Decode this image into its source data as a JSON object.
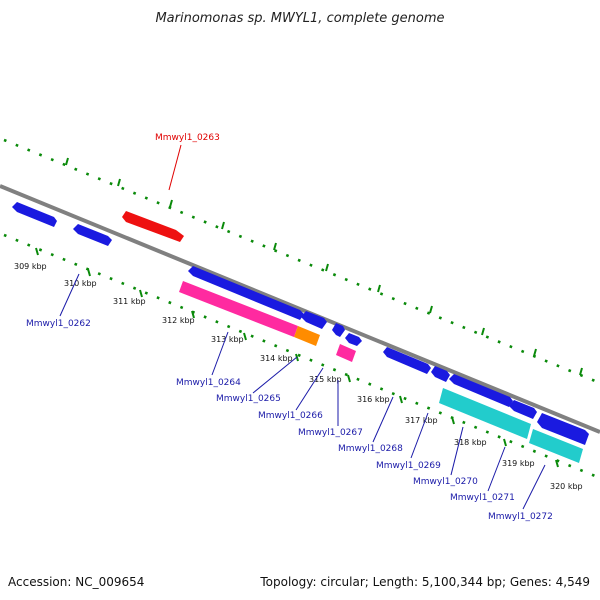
{
  "title": "Marinomonas sp. MWYL1, complete genome",
  "footer": {
    "accession": "Accession: NC_009654",
    "summary": "Topology: circular; Length: 5,100,344 bp; Genes: 4,549"
  },
  "colors": {
    "backbone": "#808080",
    "tick_dots": "#0a8a0a",
    "gene_blue": "#1a1ae0",
    "gene_red": "#ee1111",
    "gene_pink": "#ff2aa0",
    "gene_orange": "#ff8c00",
    "gene_cyan": "#22cccc",
    "label_blue": "#1a1aa8",
    "label_red": "#e00000"
  },
  "scale_ticks_kbp": [
    {
      "label": "309 kbp"
    },
    {
      "label": "310 kbp"
    },
    {
      "label": "311 kbp"
    },
    {
      "label": "312 kbp"
    },
    {
      "label": "313 kbp"
    },
    {
      "label": "314 kbp"
    },
    {
      "label": "315 kbp"
    },
    {
      "label": "316 kbp"
    },
    {
      "label": "317 kbp"
    },
    {
      "label": "318 kbp"
    },
    {
      "label": "319 kbp"
    },
    {
      "label": "320 kbp"
    }
  ],
  "gene_labels": [
    {
      "name": "Mmwyl1_0263",
      "color": "red"
    },
    {
      "name": "Mmwyl1_0262",
      "color": "blue"
    },
    {
      "name": "Mmwyl1_0264",
      "color": "blue"
    },
    {
      "name": "Mmwyl1_0265",
      "color": "blue"
    },
    {
      "name": "Mmwyl1_0266",
      "color": "blue"
    },
    {
      "name": "Mmwyl1_0267",
      "color": "blue"
    },
    {
      "name": "Mmwyl1_0268",
      "color": "blue"
    },
    {
      "name": "Mmwyl1_0269",
      "color": "blue"
    },
    {
      "name": "Mmwyl1_0270",
      "color": "blue"
    },
    {
      "name": "Mmwyl1_0271",
      "color": "blue"
    },
    {
      "name": "Mmwyl1_0272",
      "color": "blue"
    }
  ]
}
